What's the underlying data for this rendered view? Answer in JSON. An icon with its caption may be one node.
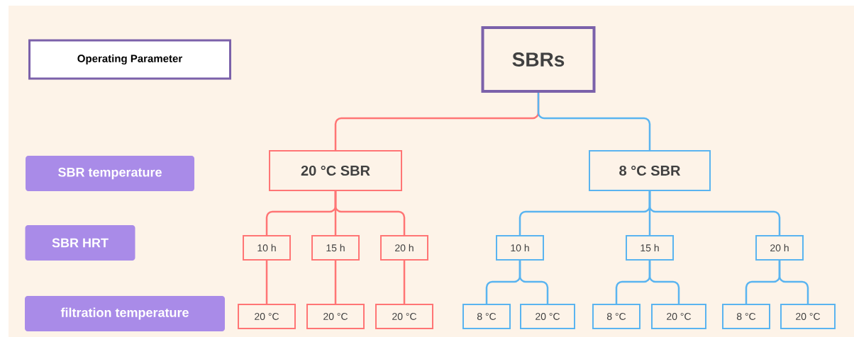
{
  "diagram": {
    "nodes": [
      {
        "text": [
          "Operating Parameter"
        ]
      },
      {
        "text": [
          "SBRs"
        ]
      },
      {
        "text": [
          "SBR temperature"
        ]
      },
      {
        "text": [
          "20 °C SBR"
        ]
      },
      {
        "text": [
          "8 °C SBR"
        ]
      },
      {
        "text": [
          "SBR HRT"
        ]
      },
      {
        "text": [
          "10 h"
        ]
      },
      {
        "text": [
          "15 h"
        ]
      },
      {
        "text": [
          "20 h"
        ]
      },
      {
        "text": [
          "10 h"
        ]
      },
      {
        "text": [
          "15 h"
        ]
      },
      {
        "text": [
          "20 h"
        ]
      },
      {
        "text": [
          "filtration temperature"
        ]
      },
      {
        "text": [
          "20 °C"
        ]
      },
      {
        "text": [
          "20 °C"
        ]
      },
      {
        "text": [
          "20 °C"
        ]
      },
      {
        "text": [
          "8 °C"
        ]
      },
      {
        "text": [
          "20 °C"
        ]
      },
      {
        "text": [
          "8 °C"
        ]
      },
      {
        "text": [
          "20 °C"
        ]
      },
      {
        "text": [
          "8 °C"
        ]
      },
      {
        "text": [
          "20 °C"
        ]
      }
    ],
    "edges": [
      {
        "from": 1,
        "to": 3,
        "arrow": "none",
        "color": "#ff7575"
      },
      {
        "from": 1,
        "to": 4,
        "arrow": "none"
      },
      {
        "from": 3,
        "to": 6,
        "arrow": "none",
        "color": "#ff7575"
      },
      {
        "from": 3,
        "to": 7,
        "arrow": "none",
        "color": "#ff7575"
      },
      {
        "from": 3,
        "to": 8,
        "arrow": "none",
        "color": "#ff7575"
      },
      {
        "from": 6,
        "to": 13,
        "arrow": "none",
        "color": "#ff7575"
      },
      {
        "from": 7,
        "to": 14,
        "arrow": "none",
        "color": "#ff7575"
      },
      {
        "from": 8,
        "to": 15,
        "arrow": "none",
        "color": "#ff7575"
      },
      {
        "from": 4,
        "to": 9,
        "arrow": "none"
      },
      {
        "from": 4,
        "to": 10,
        "arrow": "none"
      },
      {
        "from": 4,
        "to": 11,
        "arrow": "none"
      },
      {
        "from": 9,
        "to": 16,
        "arrow": "none"
      },
      {
        "from": 9,
        "to": 17,
        "arrow": "none"
      },
      {
        "from": 10,
        "to": 18,
        "arrow": "none"
      },
      {
        "from": 10,
        "to": 19,
        "arrow": "none"
      },
      {
        "from": 11,
        "to": 20,
        "arrow": "none"
      },
      {
        "from": 11,
        "to": 21,
        "arrow": "none"
      }
    ]
  }
}
